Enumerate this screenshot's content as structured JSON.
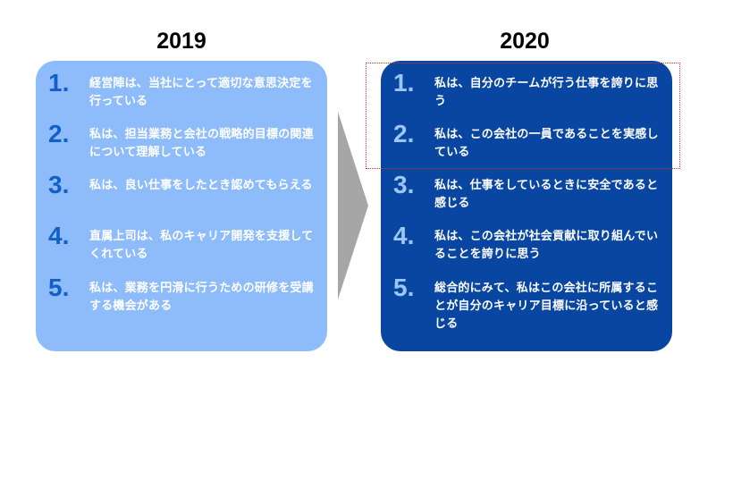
{
  "left": {
    "year": "2019",
    "items": [
      {
        "num": "1.",
        "text": "経営陣は、当社にとって適切な意思決定を行っている"
      },
      {
        "num": "2.",
        "text": "私は、担当業務と会社の戦略的目標の関連について理解している"
      },
      {
        "num": "3.",
        "text": "私は、良い仕事をしたとき認めてもらえる"
      },
      {
        "num": "4.",
        "text": "直属上司は、私のキャリア開発を支援してくれている"
      },
      {
        "num": "5.",
        "text": "私は、業務を円滑に行うための研修を受講する機会がある"
      }
    ]
  },
  "right": {
    "year": "2020",
    "items": [
      {
        "num": "1.",
        "text": "私は、自分のチームが行う仕事を誇りに思う"
      },
      {
        "num": "2.",
        "text": "私は、この会社の一員であることを実感している"
      },
      {
        "num": "3.",
        "text": "私は、仕事をしているときに安全であると感じる"
      },
      {
        "num": "4.",
        "text": "私は、この会社が社会貢献に取り組んでいることを誇りに思う"
      },
      {
        "num": "5.",
        "text": "総合的にみて、私はこの会社に所属することが自分のキャリア目標に沿っていると感じる"
      }
    ]
  },
  "colors": {
    "left_panel": "#8ebcfb",
    "right_panel": "#0846a2",
    "arrow": "#a6a6a6",
    "highlight": "#d9302c"
  }
}
